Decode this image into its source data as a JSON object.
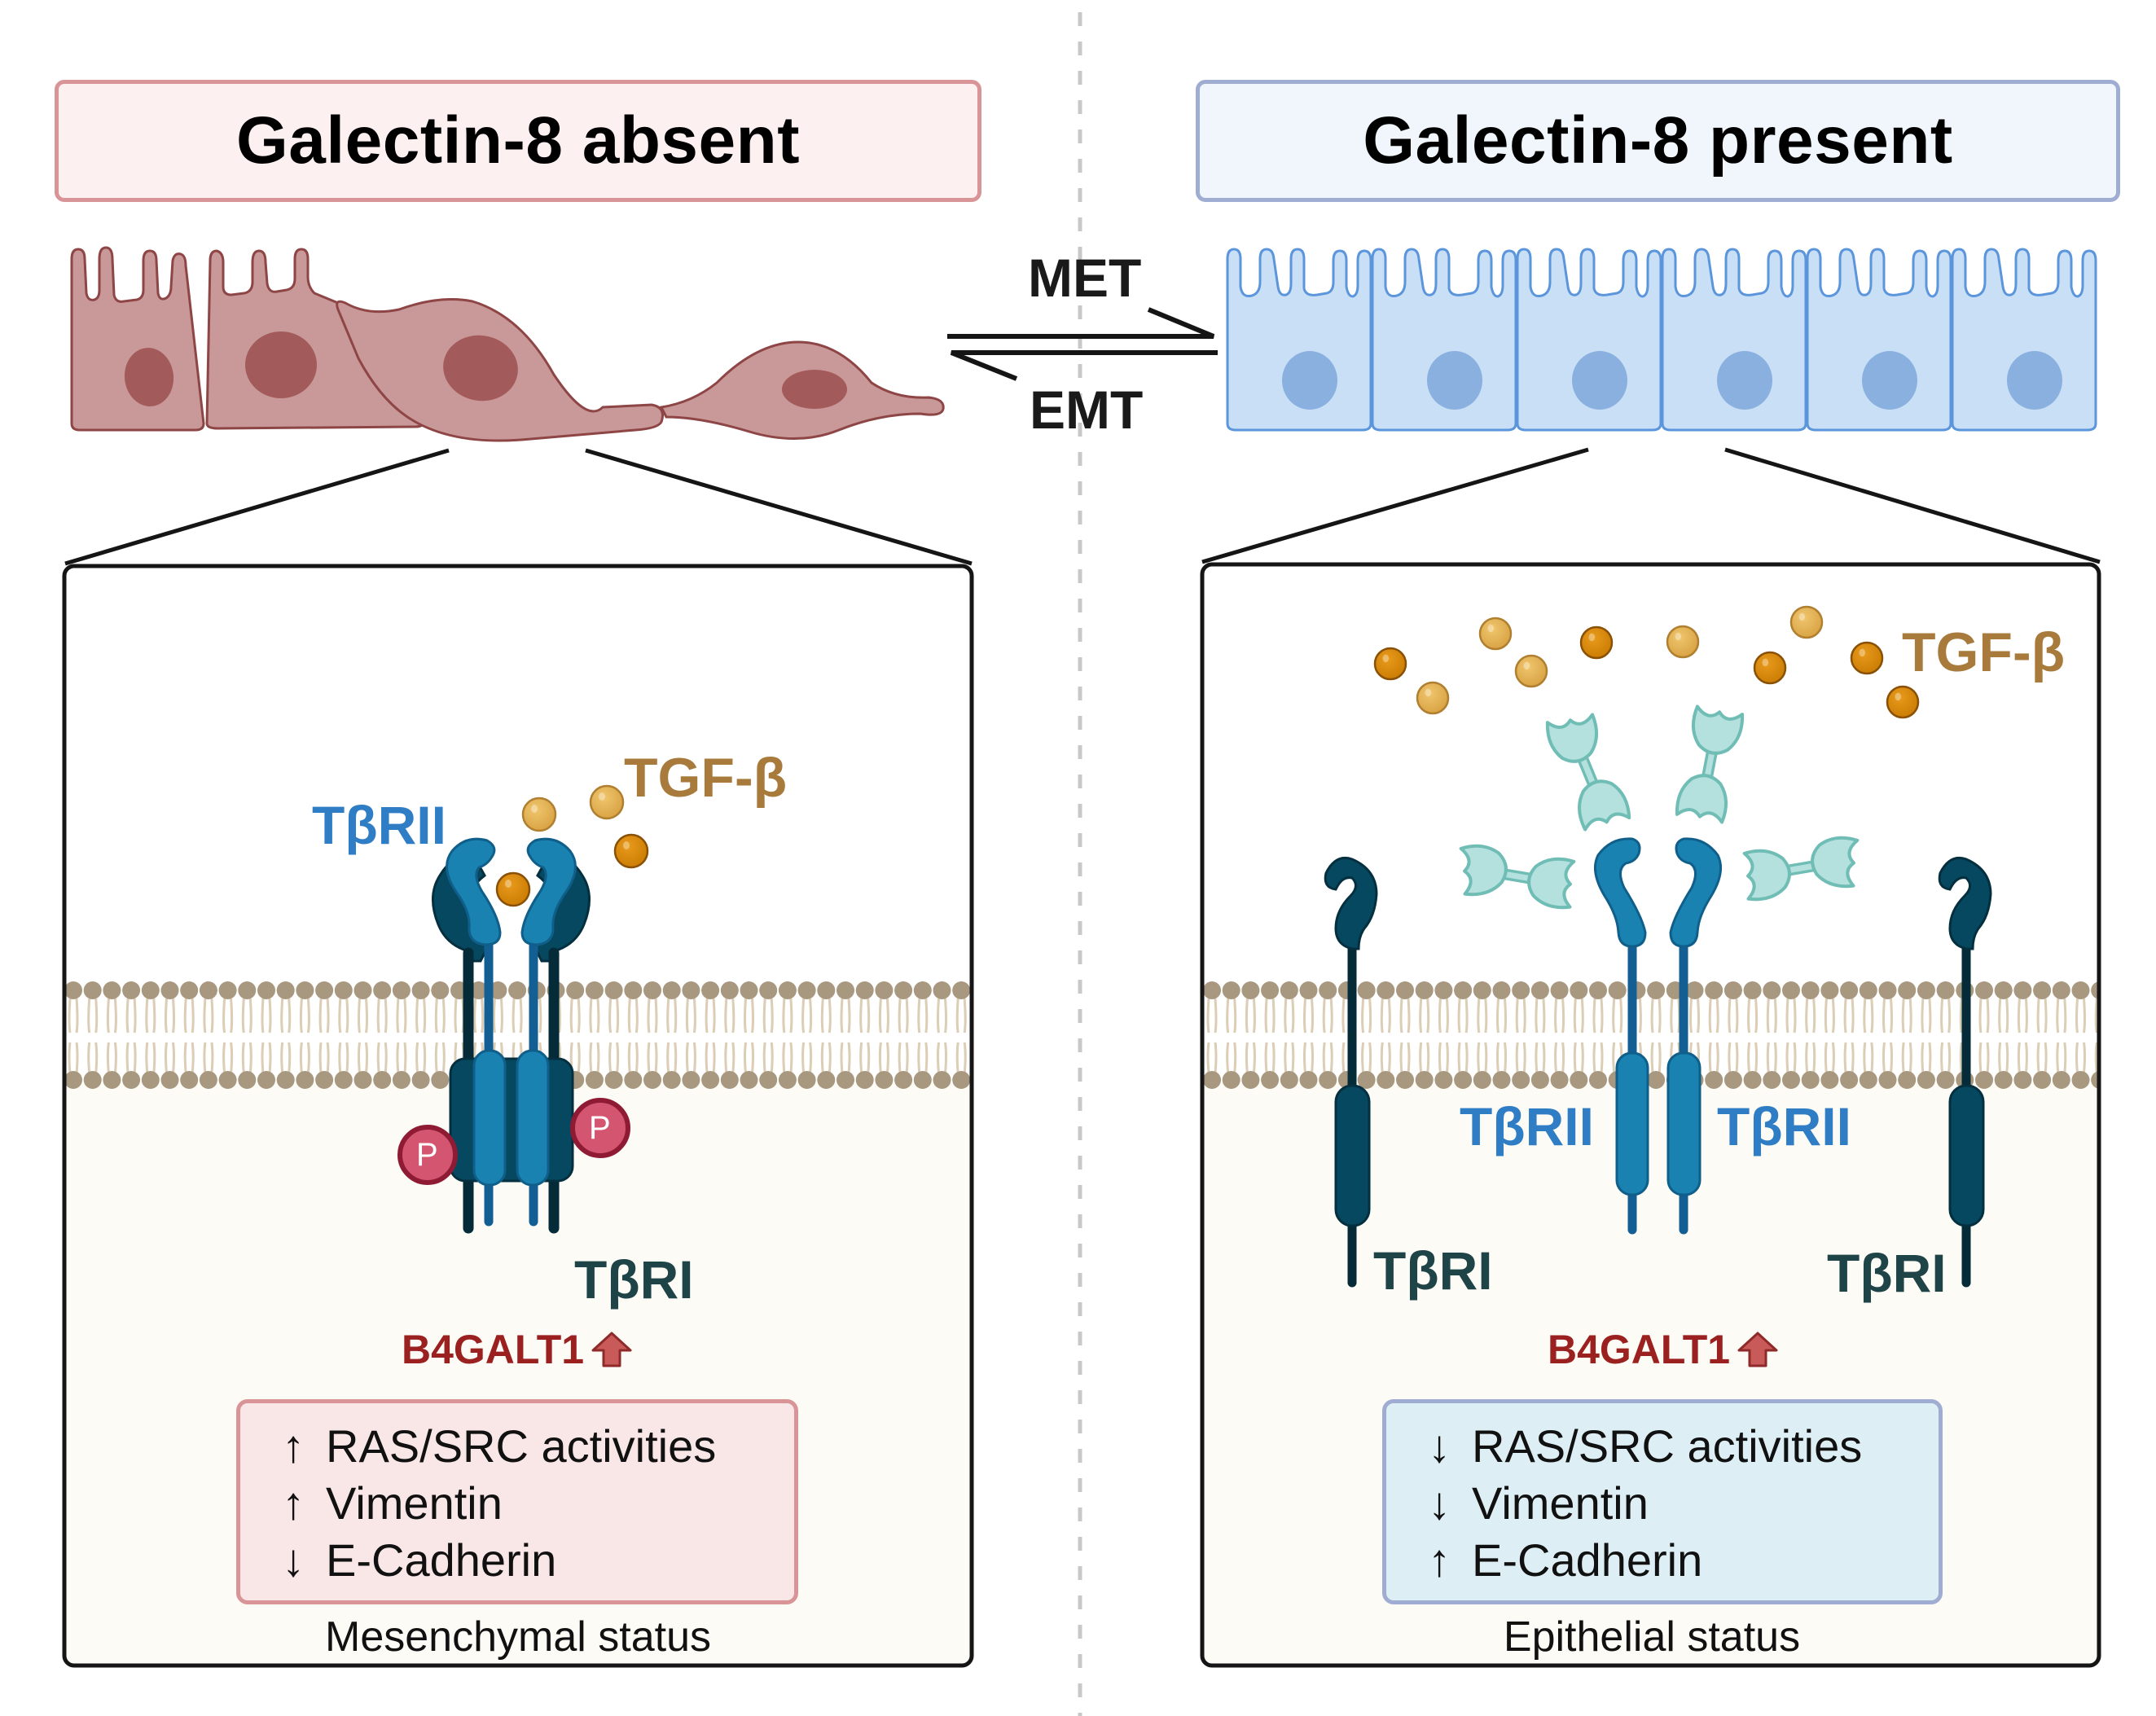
{
  "panels": {
    "left": {
      "title": "Galectin-8 absent",
      "ligand_label": "TGF-β",
      "receptor_ii_label": "TβRII",
      "receptor_i_label": "TβRI",
      "phospho_label": "P",
      "gene_label": "B4GALT1",
      "gene_trend": "up",
      "markers": [
        {
          "arrow": "↑",
          "text": "RAS/SRC activities"
        },
        {
          "arrow": "↑",
          "text": "Vimentin"
        },
        {
          "arrow": "↓",
          "text": "E-Cadherin"
        }
      ],
      "status": "Mesenchymal status"
    },
    "right": {
      "title": "Galectin-8 present",
      "ligand_label": "TGF-β",
      "receptor_ii_label_left": "TβRII",
      "receptor_ii_label_right": "TβRII",
      "receptor_i_label_left": "TβRI",
      "receptor_i_label_right": "TβRI",
      "gene_label": "B4GALT1",
      "gene_trend": "up",
      "markers": [
        {
          "arrow": "↓",
          "text": "RAS/SRC activities"
        },
        {
          "arrow": "↓",
          "text": "Vimentin"
        },
        {
          "arrow": "↑",
          "text": "E-Cadherin"
        }
      ],
      "status": "Epithelial status"
    }
  },
  "transition": {
    "forward_label": "MET",
    "reverse_label": "EMT"
  },
  "colors": {
    "mesenchymal_cell": "#c99898",
    "mesenchymal_nucleus": "#a35a5a",
    "epithelial_cell": "#c8dff5",
    "epithelial_nucleus": "#8ab0e0",
    "tgf_light": "#e3b04f",
    "tgf_dark": "#d98a0b",
    "receptor_ii": "#1a82b1",
    "receptor_i": "#064860",
    "galectin": "#b4e1de",
    "phospho": "#d4556f",
    "membrane_head": "#a89880",
    "membrane_tail": "#dccdb5",
    "cytoplasm": "#fdfbf5"
  }
}
